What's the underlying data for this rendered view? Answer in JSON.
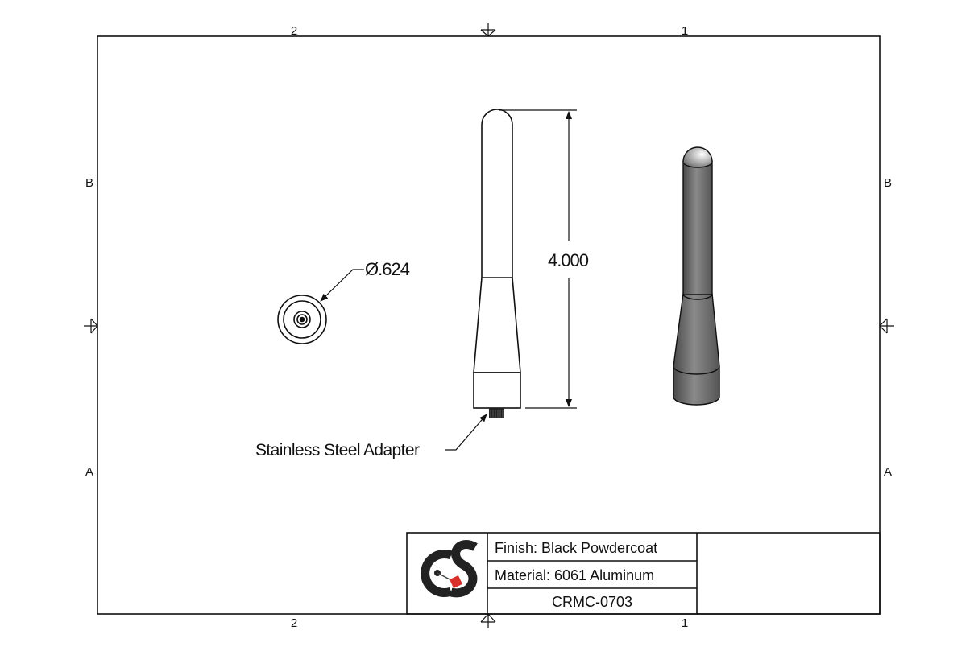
{
  "zones": {
    "top_left": "2",
    "top_right": "1",
    "bottom_left": "2",
    "bottom_right": "1",
    "left_upper": "B",
    "left_lower": "A",
    "right_upper": "B",
    "right_lower": "A"
  },
  "dimensions": {
    "length": "4.000",
    "diameter": "Ø.624"
  },
  "callouts": {
    "adapter": "Stainless Steel Adapter"
  },
  "title_block": {
    "logo_text": "CS",
    "finish": "Finish: Black Powdercoat",
    "material": "Material: 6061 Aluminum",
    "part_number": "CRMC-0703"
  },
  "colors": {
    "line": "#111111",
    "part_fill": "#6e6e6e",
    "logo_accent": "#d9302c"
  }
}
